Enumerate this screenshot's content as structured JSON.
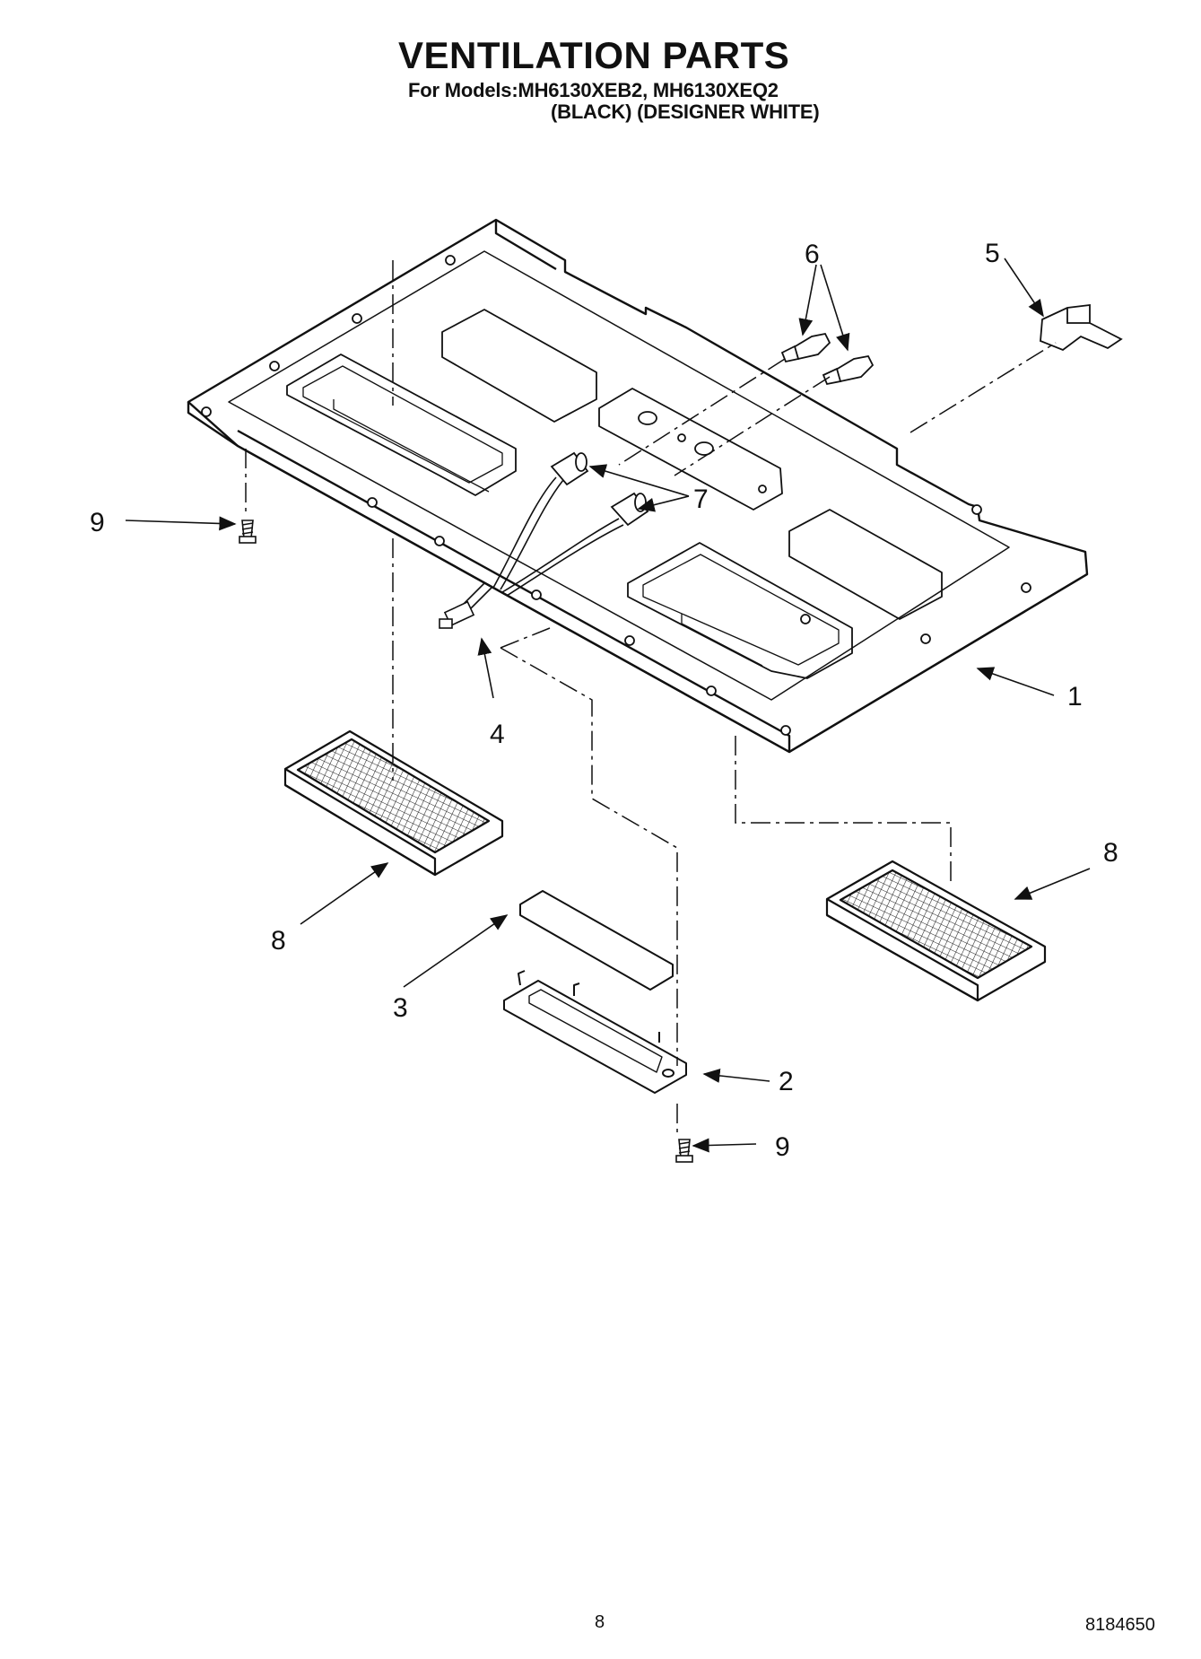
{
  "header": {
    "title": "VENTILATION PARTS",
    "models_line": "For Models:MH6130XEB2, MH6130XEQ2",
    "variants_line": "(BLACK) (DESIGNER WHITE)"
  },
  "callouts": [
    "1",
    "2",
    "3",
    "4",
    "5",
    "6",
    "7",
    "8",
    "8",
    "9",
    "9"
  ],
  "footer": {
    "page_number": "8",
    "document_number": "8184650"
  }
}
